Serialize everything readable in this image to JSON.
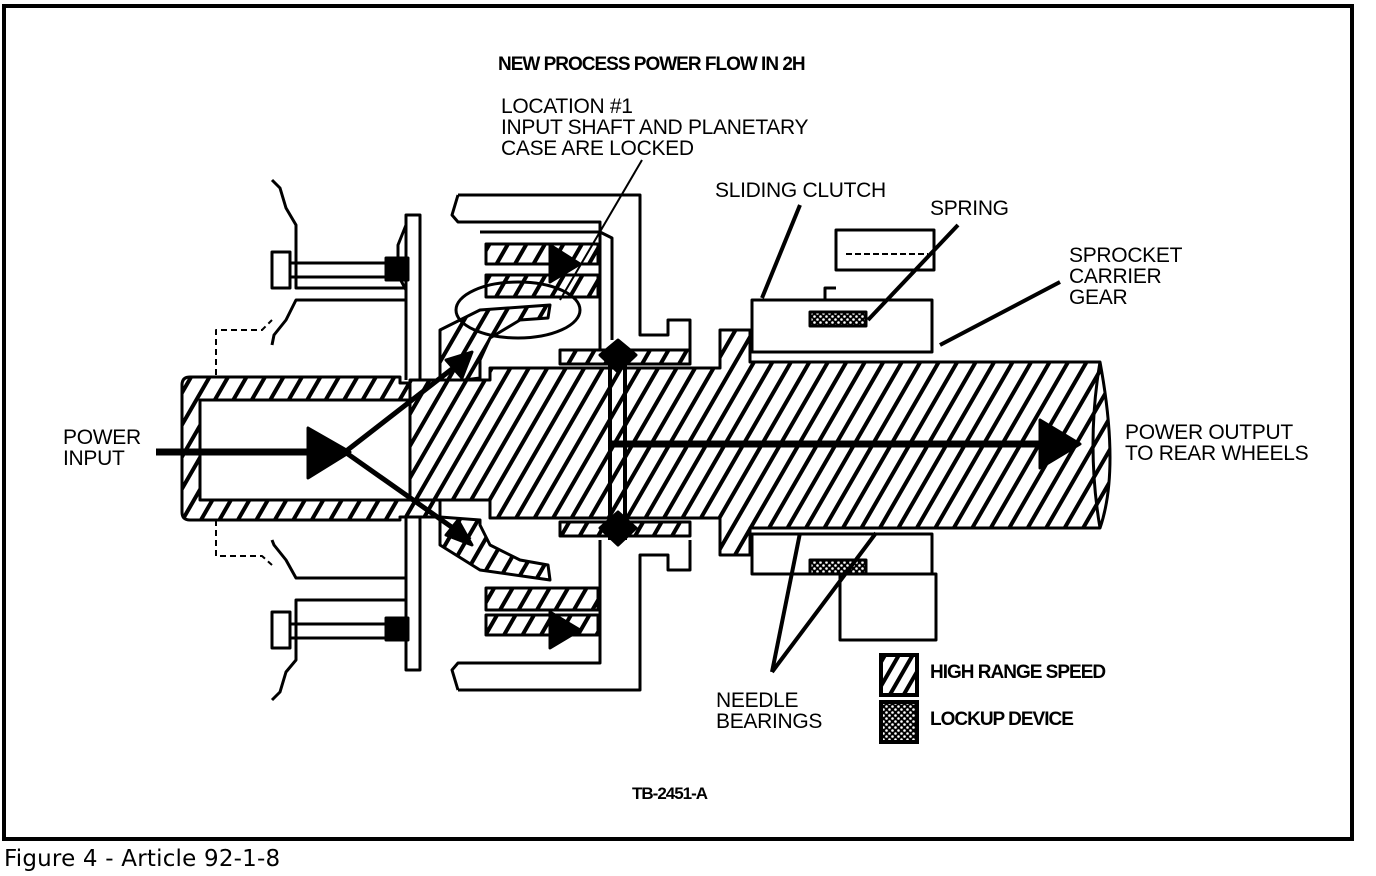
{
  "figure": {
    "title": "NEW PROCESS POWER FLOW IN 2H",
    "figure_id": "TB-2451-A",
    "caption": "Figure 4 - Article 92-1-8"
  },
  "labels": {
    "location": [
      "LOCATION #1",
      "INPUT SHAFT AND PLANETARY",
      "CASE ARE LOCKED"
    ],
    "sliding_clutch": "SLIDING CLUTCH",
    "spring": "SPRING",
    "sprocket": [
      "SPROCKET",
      "CARRIER",
      "GEAR"
    ],
    "power_input": [
      "POWER",
      "INPUT"
    ],
    "power_output": [
      "POWER OUTPUT",
      "TO REAR WHEELS"
    ],
    "needle_bearings": [
      "NEEDLE",
      "BEARINGS"
    ]
  },
  "legend": [
    {
      "pattern": "diagonal-hatch",
      "label": "HIGH RANGE SPEED"
    },
    {
      "pattern": "crosshatch-dots",
      "label": "LOCKUP DEVICE"
    }
  ],
  "colors": {
    "ink": "#000000",
    "paper": "#ffffff"
  }
}
